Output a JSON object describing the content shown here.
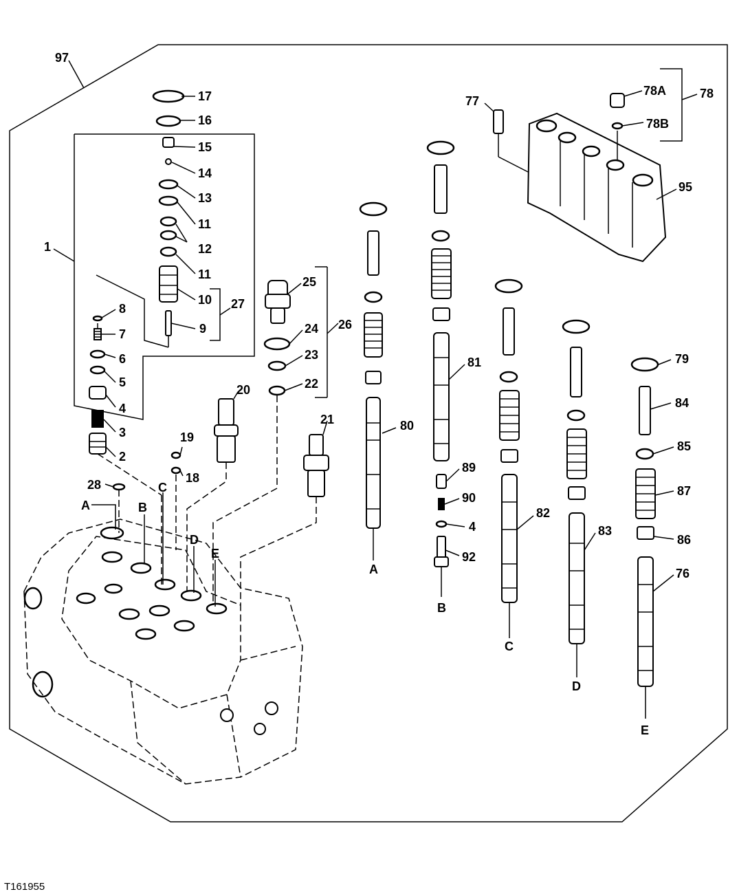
{
  "figure_id": "T161955",
  "callouts": {
    "c97": "97",
    "c1": "1",
    "c2": "2",
    "c3": "3",
    "c4": "4",
    "c5": "5",
    "c6": "6",
    "c7": "7",
    "c8": "8",
    "c9": "9",
    "c10": "10",
    "c11a": "11",
    "c11b": "11",
    "c12": "12",
    "c13": "13",
    "c14": "14",
    "c15": "15",
    "c16": "16",
    "c17": "17",
    "c18": "18",
    "c19": "19",
    "c20": "20",
    "c21": "21",
    "c22": "22",
    "c23": "23",
    "c24": "24",
    "c25": "25",
    "c26": "26",
    "c27": "27",
    "c28": "28",
    "c76": "76",
    "c77": "77",
    "c78": "78",
    "c78a": "78A",
    "c78b": "78B",
    "c79": "79",
    "c80": "80",
    "c81": "81",
    "c82": "82",
    "c83": "83",
    "c84": "84",
    "c85": "85",
    "c86": "86",
    "c87": "87",
    "c89": "89",
    "c90": "90",
    "c4b": "4",
    "c92": "92",
    "c95": "95"
  },
  "port_labels": {
    "a": "A",
    "b": "B",
    "c": "C",
    "d": "D",
    "e": "E",
    "a2": "A",
    "b2": "B",
    "c2": "C",
    "d2": "D",
    "e2": "E"
  }
}
